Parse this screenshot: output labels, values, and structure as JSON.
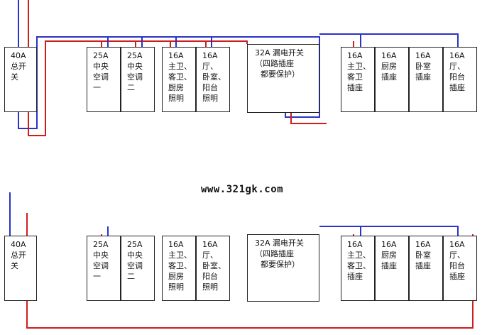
{
  "website": "www.321gk.com",
  "colors": {
    "blue_wire": "#2a32c8",
    "red_wire": "#d01c1c",
    "box_border": "#222222"
  },
  "panels": [
    {
      "main_switch": [
        "40A",
        "总开",
        "关"
      ],
      "breakers": [
        [
          "25A",
          "中央",
          "空调",
          "一"
        ],
        [
          "25A",
          "中央",
          "空调",
          "二"
        ],
        [
          "16A",
          "主卫、",
          "客卫、",
          "厨房",
          "照明"
        ],
        [
          "16A",
          "厅、",
          "卧室、",
          "阳台",
          "照明"
        ]
      ],
      "rcd": [
        "32A 漏电开关",
        "（四路插座",
        "都要保护）"
      ],
      "sockets": [
        [
          "16A",
          "主卫、",
          "客卫",
          "插座"
        ],
        [
          "16A",
          "厨房",
          "插座"
        ],
        [
          "16A",
          "卧室",
          "插座"
        ],
        [
          "16A",
          "厅、",
          "阳台",
          "插座"
        ]
      ]
    },
    {
      "main_switch": [
        "40A",
        "总开",
        "关"
      ],
      "breakers": [
        [
          "25A",
          "中央",
          "空调",
          "一"
        ],
        [
          "25A",
          "中央",
          "空调",
          "二"
        ],
        [
          "16A",
          "主卫、",
          "客卫、",
          "厨房",
          "照明"
        ],
        [
          "16A",
          "厅、",
          "卧室、",
          "阳台",
          "照明"
        ]
      ],
      "rcd": [
        "32A 漏电开关",
        "（四路插座",
        "都要保护）"
      ],
      "sockets": [
        [
          "16A",
          "主卫、",
          "客卫、",
          "插座"
        ],
        [
          "16A",
          "厨房",
          "插座"
        ],
        [
          "16A",
          "卧室",
          "插座"
        ],
        [
          "16A",
          "厅、",
          "阳台",
          "插座"
        ]
      ]
    }
  ]
}
